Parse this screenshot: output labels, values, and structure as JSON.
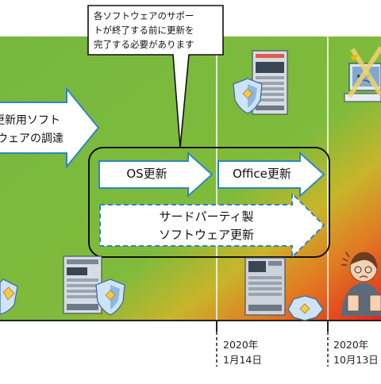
{
  "callout": {
    "line1": "各ソフトウェアのサポー",
    "line2": "トが終了する前に更新を",
    "line3": "完了する必要があります"
  },
  "arrows": {
    "procure_line1": "更新用ソフト",
    "procure_line2": "ウェアの調達",
    "os_update": "OS更新",
    "office_update": "Office更新",
    "third_party_line1": "サードパーティ製",
    "third_party_line2": "ソフトウェア更新"
  },
  "timeline": {
    "date1_year": "2020年",
    "date1_day": "1月14日",
    "date2_year": "2020年",
    "date2_day": "10月13日"
  },
  "colors": {
    "green": "#7cb342",
    "red": "#e53935",
    "arrow_outline": "#2e86c1"
  }
}
